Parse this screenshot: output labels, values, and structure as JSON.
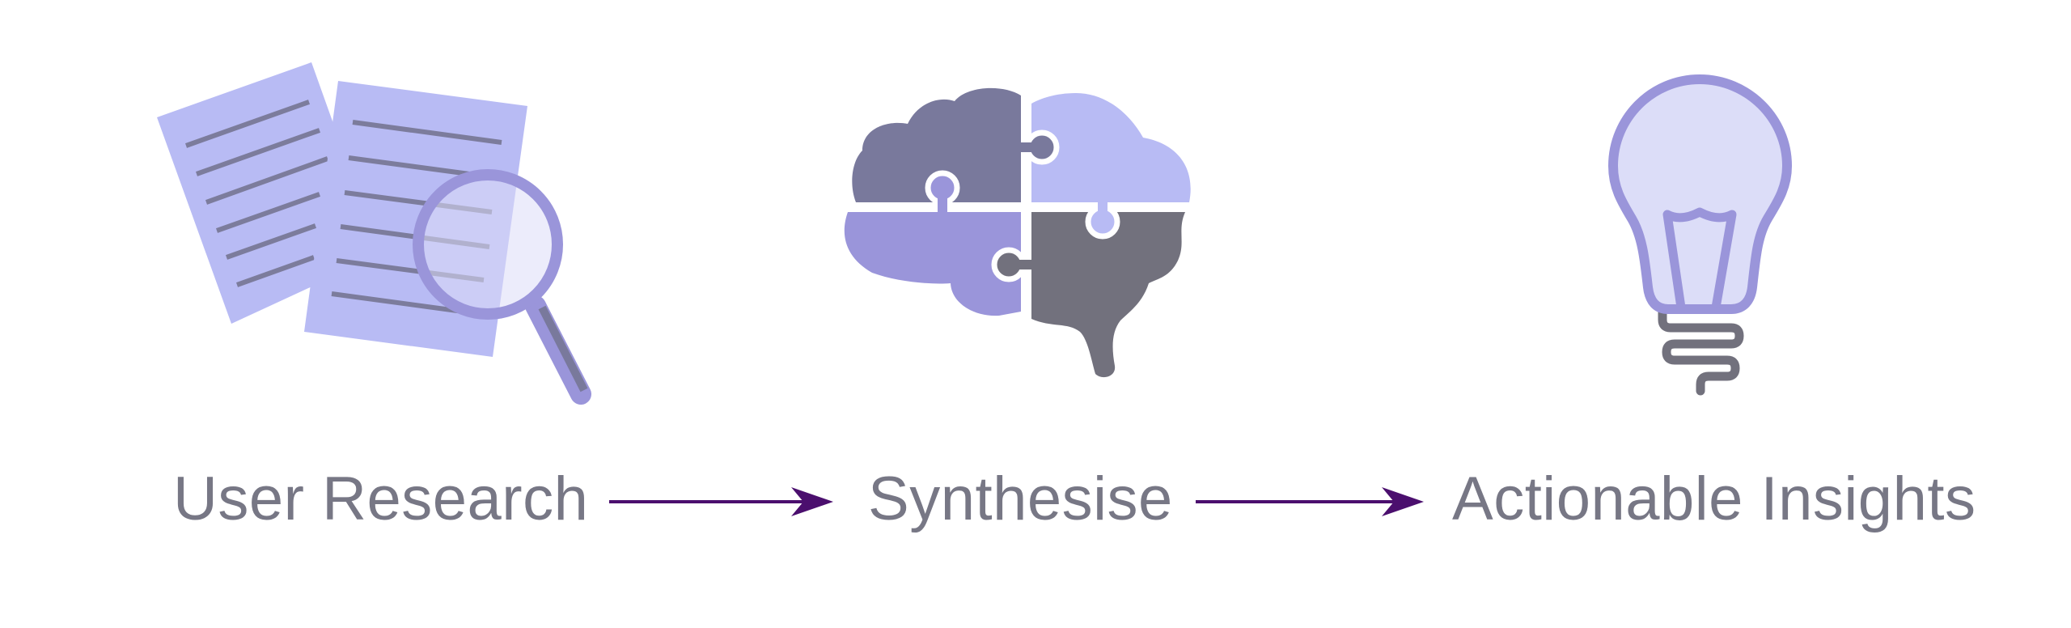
{
  "steps": [
    {
      "label": "User Research",
      "icon": "documents-magnifier-icon"
    },
    {
      "label": "Synthesise",
      "icon": "puzzle-brain-icon"
    },
    {
      "label": "Actionable Insights",
      "icon": "lightbulb-icon"
    }
  ],
  "colors": {
    "text": "#777785",
    "arrow": "#4b0f6e",
    "lavender": "#b8bbf4",
    "purple": "#9a95da",
    "slate": "#79799c",
    "gray": "#72717d",
    "pale": "#dcddf8"
  }
}
